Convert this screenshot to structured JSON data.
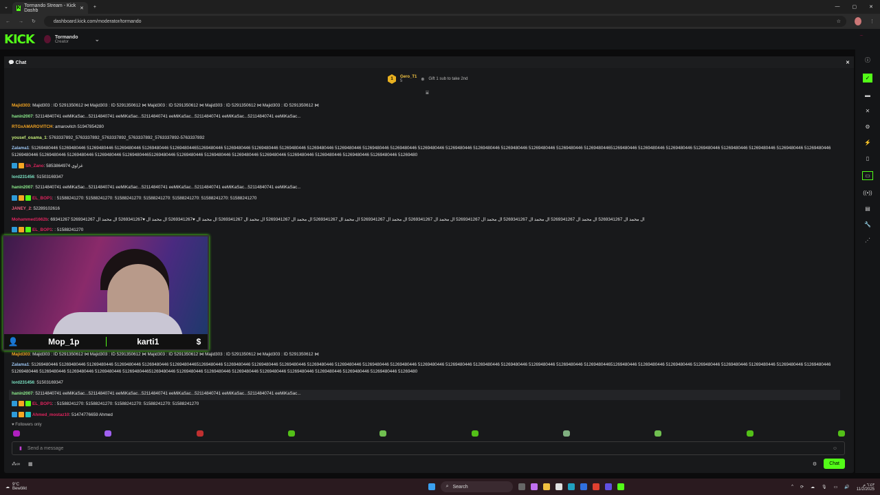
{
  "browser": {
    "tab_title": "Tormando Stream - Kick Dashb",
    "url": "dashboard.kick.com/moderator/tormando"
  },
  "header": {
    "logo": "KICK",
    "channel": "Tormando",
    "role": "Creator"
  },
  "chat": {
    "title": "Chat",
    "pinned": {
      "rank": "1",
      "user": "Gero_T1",
      "count": "5",
      "gift_text": "Gift 1 sub to take 2nd"
    },
    "messages": [
      {
        "user": "Majid303",
        "color": "#f5a623",
        "text": "Majid303 : ID 5291350612 ⋈ Majid303 : ID 5291350612 ⋈ Majid303 : ID 5291350612 ⋈ Majid303 : ID 5291350612 ⋈ Majid303 : ID 5291350612 ⋈"
      },
      {
        "user": "hanin2007",
        "color": "#8ef08e",
        "text": "52114840741 eeMiKaSac...52114840741 eeMiKaSac...52114840741 eeMiKaSac...52114840741 eeMiKaSac...52114840741 eeMiKaSac..."
      },
      {
        "user": "RTGxAMAROVITCH",
        "color": "#f5a623",
        "text": "amarovitch 51947854280"
      },
      {
        "user": "yousef_osama_1",
        "color": "#c8f07a",
        "text": "5763337892_5763337892_5763337892_5763337892_5763337892-5763337892"
      },
      {
        "user": "Zalama1",
        "color": "#9fc8f5",
        "two": true,
        "text": "51269480446 51269480446 51269480446 51269480446 51269480446 5126948044651269480446 51269480446 51269480446 51269480446 51269480446 51269480446 51269480446 51269480446 51269480446 51269480446 51269480446 51269480446 51269480446 51269480446 5126948044651269480446 51269480446 51269480446 51269480446 51269480446 51269480446 51269480446 51269480446 51269480446 51269480446 51269480446 51269480446 5126948044651269480446 51269480446 51269480446 51269480446 51269480446 51269480446 51269480446 51269480446 51269480446 51269480"
      },
      {
        "user": "Sh_Zano",
        "color": "#e0245e",
        "badges": [
          "mod",
          "vip"
        ],
        "text": "5853864974 غزاوي"
      },
      {
        "user": "lord231456",
        "color": "#7ee8c8",
        "text": "51503169347"
      },
      {
        "user": "hanin2007",
        "color": "#8ef08e",
        "text": "52114840741 eeMiKaSac...52114840741 eeMiKaSac...52114840741 eeMiKaSac...52114840741 eeMiKaSac...52114840741 eeMiKaSac..."
      },
      {
        "user": "EL_BOP1",
        "color": "#e0245e",
        "badges": [
          "mod",
          "vip",
          "sub"
        ],
        "text": ": 51588241270: 51588241270: 51588241270: 51588241270: 51588241270: 51588241270: 51588241270"
      },
      {
        "user": "JANEY_2",
        "color": "#f06080",
        "text": "52289102616"
      },
      {
        "user": "Mohammed1662b",
        "color": "#e0245e",
        "text": "69341267 ال محمد ال 5269341267 ال محمد ال 5269341267 ال محمد ال 5269341267 ال محمد ال 5269341267 ال محمد ال 5269341267 ال محمد ال 5269341267 ال محمد ال 5269341267 ال محمد ال 5269341267 ال محمد ال 5269341267 ال محمد ال ♥5269341267 ال محمد ال ♥5269341267 ال محمد ال 5269341267"
      },
      {
        "user": "EL_BOP1",
        "color": "#e0245e",
        "badges": [
          "mod",
          "vip",
          "sub"
        ],
        "text": ": 51588241270"
      },
      {
        "user": "Majid303",
        "color": "#f5a623",
        "text": "Majid303 : ID 5291350612 ⋈ Majid303 : ID 5291350612 ⋈ Majid303 : ID 5291350612 ⋈ Majid303 : ID 5291350612 ⋈ Majid303 : ID 5291350612 ⋈"
      },
      {
        "user": "Zalama1",
        "color": "#9fc8f5",
        "two": true,
        "text": "51269480446 51269480446 51269480446 51269480446 51269480446 5126948044651269480446 51269480446 51269480446 51269480446 51269480446 51269480446 51269480446 51269480446 51269480446 51269480446 51269480446 51269480446 51269480446 51269480446 5126948044651269480446 51269480446 51269480446 51269480446 51269480446 51269480446 51269480446 51269480446 51269480446 51269480446 51269480446 51269480446 5126948044651269480446 51269480446 51269480446 51269480446 51269480446 51269480446 51269480446 51269480446 51269480446 51269480"
      },
      {
        "user": "lord231456",
        "color": "#7ee8c8",
        "text": "51503169347"
      },
      {
        "user": "hanin2007",
        "color": "#8ef08e",
        "highlight": true,
        "text": "52114840741 eeMiKaSac...52114840741 eeMiKaSac...52114840741 eeMiKaSac...52114840741 eeMiKaSac...52114840741 eeMiKaSac..."
      },
      {
        "user": "EL_BOP1",
        "color": "#e0245e",
        "badges": [
          "mod",
          "vip",
          "sub"
        ],
        "text": ": 51588241270: 51588241270: 51588241270: 51588241270: 51588241270"
      },
      {
        "user": "Ahmed_mostaz10",
        "color": "#e0245e",
        "badges": [
          "mod",
          "vip",
          "gift"
        ],
        "text": "51474776659 Ahmed"
      }
    ],
    "followers_only": "Followers only",
    "input_placeholder": "Send a message",
    "send_label": "Chat"
  },
  "webcam": {
    "left_name": "Mop_1p",
    "right_name": "karti1"
  },
  "taskbar": {
    "temp": "9°C",
    "weather": "Bewölkt",
    "search": "Search",
    "time": "٦:٤٣ م",
    "date": "11/2/2025"
  },
  "colors": {
    "accent": "#53fc18",
    "mod": "#2f9bd8",
    "vip": "#f5a623",
    "sub": "#53fc18"
  }
}
